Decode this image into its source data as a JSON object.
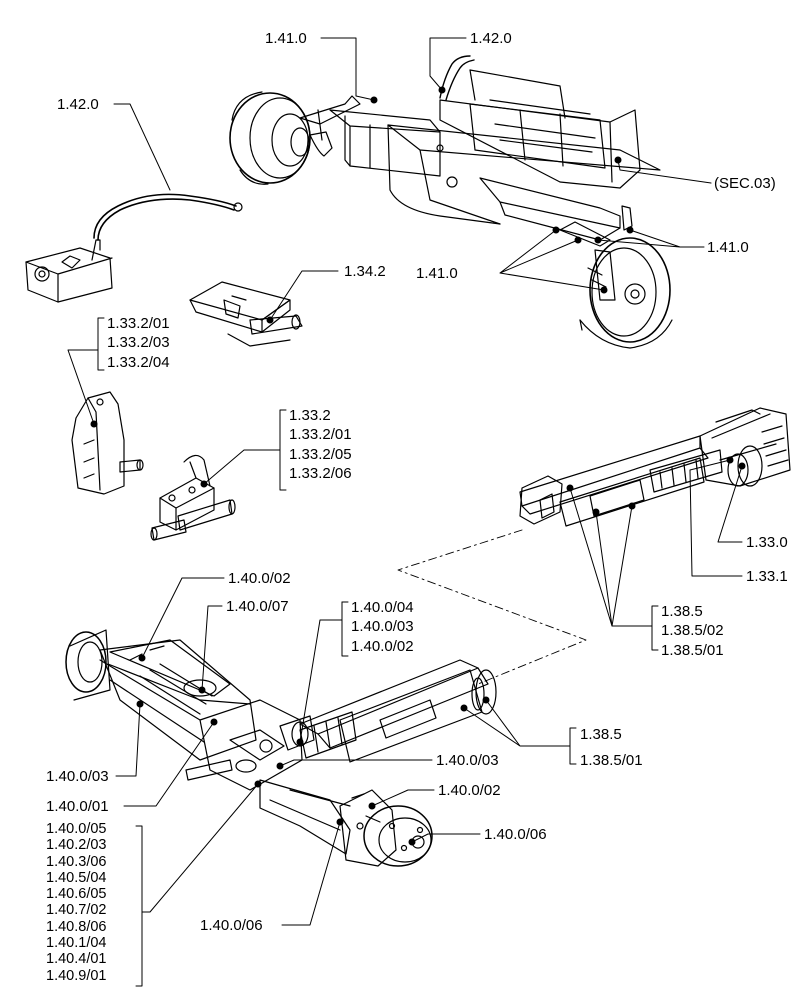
{
  "labels": {
    "top_141": "1.41.0",
    "top_142": "1.42.0",
    "left_142": "1.42.0",
    "sec03": "(SEC.03)",
    "right_141": "1.41.0",
    "mid_141": "1.41.0",
    "l_1342": "1.34.2",
    "l_1330": "1.33.0",
    "l_1331": "1.33.1",
    "b_140002_top": "1.40.0/02",
    "b_140007": "1.40.0/07",
    "b_140003_left": "1.40.0/03",
    "b_140001": "1.40.0/01",
    "b_140003_mid": "1.40.0/03",
    "b_140002_right": "1.40.0/02",
    "b_140006_right": "1.40.0/06",
    "b_140006_bottom": "1.40.0/06"
  },
  "groups": {
    "g1332_a": [
      "1.33.2/01",
      "1.33.2/03",
      "1.33.2/04"
    ],
    "g1332_b": [
      "1.33.2",
      "1.33.2/01",
      "1.33.2/05",
      "1.33.2/06"
    ],
    "g140_top": [
      "1.40.0/04",
      "1.40.0/03",
      "1.40.0/02"
    ],
    "g1385_a": [
      "1.38.5",
      "1.38.5/02",
      "1.38.5/01"
    ],
    "g1385_b": [
      "1.38.5",
      "1.38.5/01"
    ],
    "g140_list": [
      "1.40.0/05",
      "1.40.2/03",
      "1.40.3/06",
      "1.40.5/04",
      "1.40.6/05",
      "1.40.7/02",
      "1.40.8/06",
      "1.40.1/04",
      "1.40.4/01",
      "1.40.9/01"
    ]
  }
}
